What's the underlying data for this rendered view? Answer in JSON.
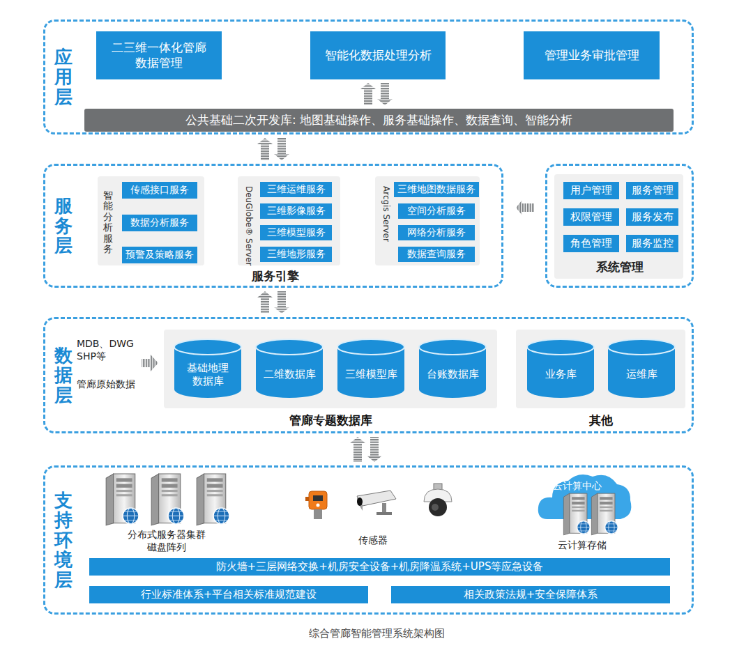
{
  "diagram": {
    "caption": "综合管廊智能管理系统架构图",
    "nodes": [
      {
        "text": [
          "应用层"
        ]
      },
      {
        "text": [
          "二三维一体化管廊数据管理"
        ],
        "in": 0
      },
      {
        "text": [
          "智能化数据处理分析"
        ],
        "in": 0
      },
      {
        "text": [
          "管理业务审批管理"
        ],
        "in": 0
      },
      {
        "text": [
          "公共基础二次开发库: 地图基础操作、服务基础操作、数据查询、智能分析"
        ],
        "in": 0
      },
      {
        "text": [
          "服务层",
          "服务引擎"
        ]
      },
      {
        "text": [
          "智能分析服务"
        ],
        "in": 5
      },
      {
        "text": [
          "传感接口服务"
        ],
        "in": 6
      },
      {
        "text": [
          "数据分析服务"
        ],
        "in": 6
      },
      {
        "text": [
          "预警及策略服务"
        ],
        "in": 6
      },
      {
        "text": [
          "DeuGlobe® Server"
        ],
        "in": 5
      },
      {
        "text": [
          "三维运维服务"
        ],
        "in": 10
      },
      {
        "text": [
          "三维影像服务"
        ],
        "in": 10
      },
      {
        "text": [
          "三维模型服务"
        ],
        "in": 10
      },
      {
        "text": [
          "三维地形服务"
        ],
        "in": 10
      },
      {
        "text": [
          "Arcgis Server"
        ],
        "in": 5
      },
      {
        "text": [
          "三维地图数据服务"
        ],
        "in": 15
      },
      {
        "text": [
          "空间分析服务"
        ],
        "in": 15
      },
      {
        "text": [
          "网络分析服务"
        ],
        "in": 15
      },
      {
        "text": [
          "数据查询服务"
        ],
        "in": 15
      },
      {
        "text": [
          "系统管理"
        ]
      },
      {
        "text": [
          "用户管理"
        ],
        "in": 20
      },
      {
        "text": [
          "服务管理"
        ],
        "in": 20
      },
      {
        "text": [
          "权限管理"
        ],
        "in": 20
      },
      {
        "text": [
          "服务发布"
        ],
        "in": 20
      },
      {
        "text": [
          "角色管理"
        ],
        "in": 20
      },
      {
        "text": [
          "服务监控"
        ],
        "in": 20
      },
      {
        "text": [
          "数据层"
        ]
      },
      {
        "text": [
          "管廊专题数据库"
        ],
        "in": 27
      },
      {
        "text": [
          "基础地理数据库"
        ],
        "in": 28
      },
      {
        "text": [
          "二维数据库"
        ],
        "in": 28
      },
      {
        "text": [
          "三维模型库"
        ],
        "in": 28
      },
      {
        "text": [
          "台账数据库"
        ],
        "in": 28
      },
      {
        "text": [
          "其他"
        ],
        "in": 27
      },
      {
        "text": [
          "业务库"
        ],
        "in": 33
      },
      {
        "text": [
          "运维库"
        ],
        "in": 33
      },
      {
        "text": [
          "支持环境层"
        ]
      },
      {
        "text": [
          "防火墙+三层网络交换+机房安全设备+机房降温系统+UPS等应急设备"
        ],
        "in": 36
      },
      {
        "text": [
          "行业标准体系+平台相关标准规范建设"
        ],
        "in": 36
      },
      {
        "text": [
          "相关政策法规+安全保障体系"
        ],
        "in": 36
      }
    ],
    "edges": [
      {
        "from": 4,
        "to": 2,
        "arrow": "both"
      },
      {
        "from": 5,
        "to": 0,
        "arrow": "both"
      },
      {
        "from": 27,
        "to": 5,
        "arrow": "both"
      },
      {
        "from": 36,
        "to": 27,
        "arrow": "both"
      },
      {
        "from": 20,
        "to": 5,
        "arrow": "to"
      }
    ],
    "labels": [
      "MDB、DWG SHP等",
      "管廊原始数据",
      "分布式服务器集群 磁盘阵列",
      "传感器",
      "云计算中心",
      "云计算存储"
    ]
  }
}
